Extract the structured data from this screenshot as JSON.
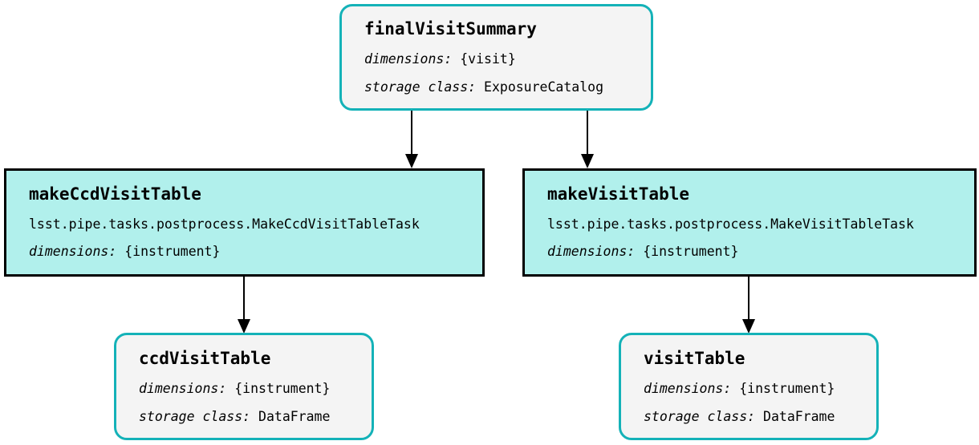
{
  "labels": {
    "dimensions": "dimensions:",
    "storage_class": "storage class:"
  },
  "nodes": {
    "finalVisitSummary": {
      "title": "finalVisitSummary",
      "dimensions": "{visit}",
      "storage_class": "ExposureCatalog"
    },
    "makeCcdVisitTable": {
      "title": "makeCcdVisitTable",
      "task_class": "lsst.pipe.tasks.postprocess.MakeCcdVisitTableTask",
      "dimensions": "{instrument}"
    },
    "makeVisitTable": {
      "title": "makeVisitTable",
      "task_class": "lsst.pipe.tasks.postprocess.MakeVisitTableTask",
      "dimensions": "{instrument}"
    },
    "ccdVisitTable": {
      "title": "ccdVisitTable",
      "dimensions": "{instrument}",
      "storage_class": "DataFrame"
    },
    "visitTable": {
      "title": "visitTable",
      "dimensions": "{instrument}",
      "storage_class": "DataFrame"
    }
  },
  "colors": {
    "dataset_fill": "#f4f4f4",
    "dataset_border": "#14b2b8",
    "task_fill": "#b1f0ec",
    "task_border": "#000000"
  }
}
